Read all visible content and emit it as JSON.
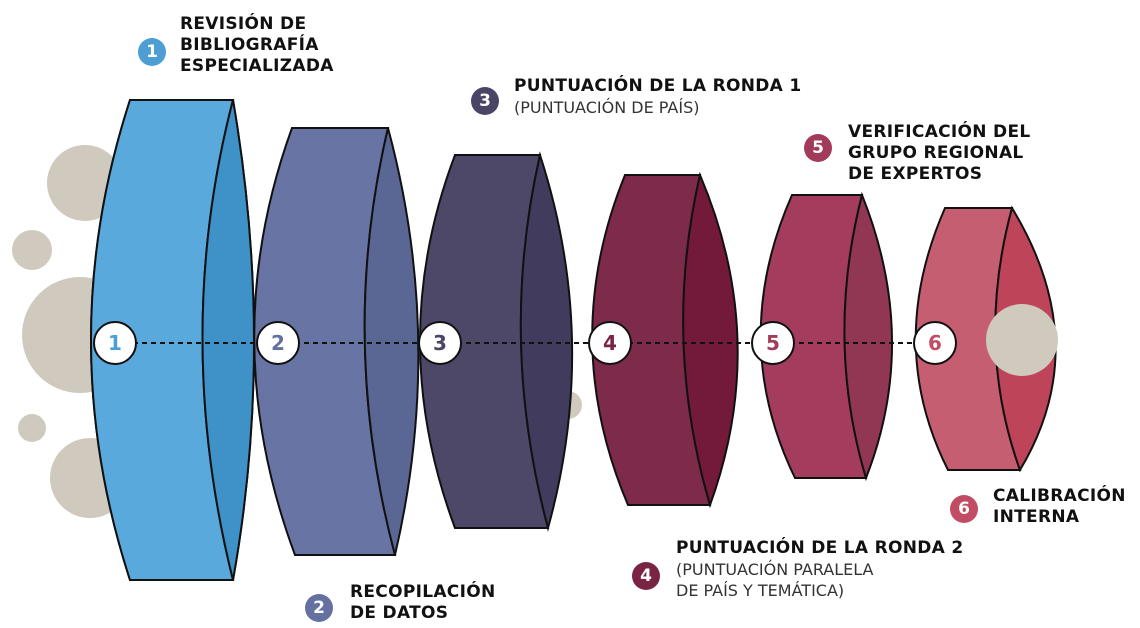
{
  "steps": [
    {
      "number": "1",
      "title": "REVISIÓN DE\nBIBLIOGRAFÍA\nESPECIALIZADA",
      "subtitle": "",
      "color": "#4fa3d6"
    },
    {
      "number": "2",
      "title": "RECOPILACIÓN\nDE DATOS",
      "subtitle": "",
      "color": "#6470a0"
    },
    {
      "number": "3",
      "title": "PUNTUACIÓN DE LA RONDA 1",
      "subtitle": "(PUNTUACIÓN DE PAÍS)",
      "color": "#4a4566"
    },
    {
      "number": "4",
      "title": "PUNTUACIÓN DE LA RONDA 2",
      "subtitle": "(PUNTUACIÓN PARALELA\nDE PAÍS Y TEMÁTICA)",
      "color": "#7a2445"
    },
    {
      "number": "5",
      "title": "VERIFICACIÓN DEL\nGRUPO REGIONAL\nDE EXPERTOS",
      "subtitle": "",
      "color": "#a23a5a"
    },
    {
      "number": "6",
      "title": "CALIBRACIÓN\nINTERNA",
      "subtitle": "",
      "color": "#c24c64"
    }
  ],
  "bubble_color": "#cfcabd"
}
